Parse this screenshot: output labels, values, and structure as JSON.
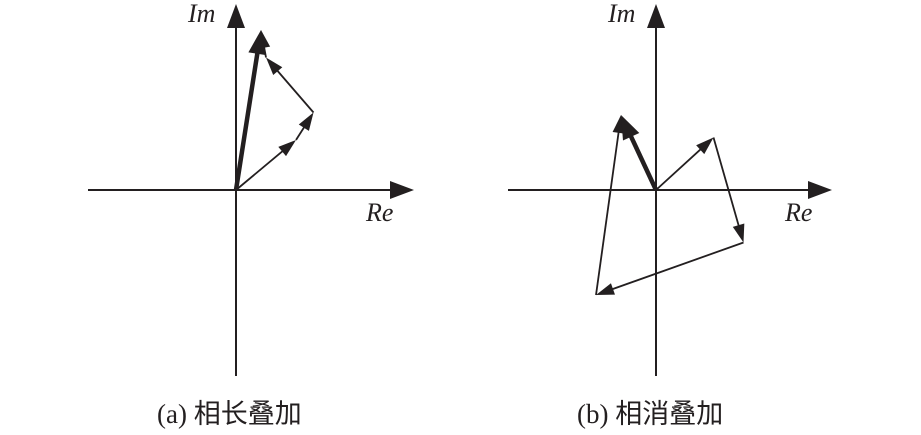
{
  "colors": {
    "ink": "#231f20",
    "background": "#ffffff"
  },
  "panels": [
    {
      "id": "a",
      "im_label": "Im",
      "re_label": "Re",
      "caption": "(a) 相长叠加",
      "result_phasor": {
        "re": 1.0,
        "im": 6.4
      },
      "chain": [
        {
          "re": 2.4,
          "im": 2.0
        },
        {
          "re": 3.1,
          "im": 3.1
        },
        {
          "re": 1.2,
          "im": 5.3
        },
        {
          "re": 1.0,
          "im": 6.4
        }
      ]
    },
    {
      "id": "b",
      "im_label": "Im",
      "re_label": "Re",
      "caption": "(b) 相消叠加",
      "result_phasor": {
        "re": -1.4,
        "im": 3.0
      },
      "chain": [
        {
          "re": 2.3,
          "im": 2.1
        },
        {
          "re": 3.5,
          "im": -2.1
        },
        {
          "re": -2.4,
          "im": -4.2
        },
        {
          "re": -1.4,
          "im": 3.0
        }
      ]
    }
  ]
}
